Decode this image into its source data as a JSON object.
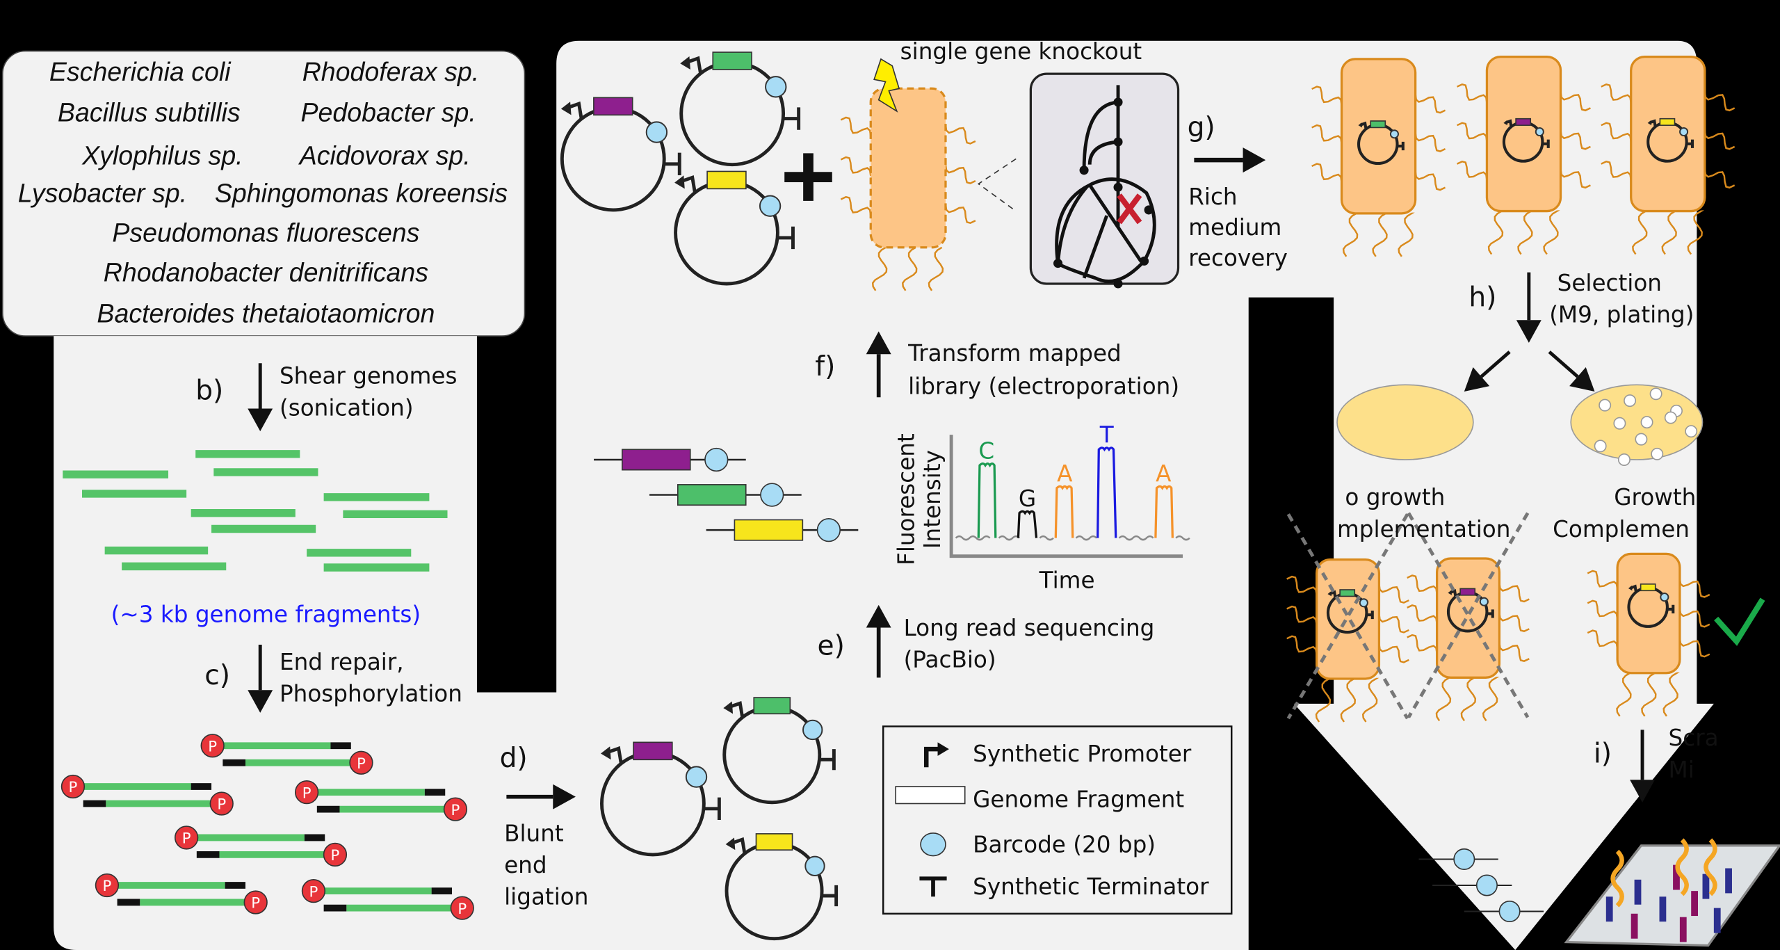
{
  "colors": {
    "background": "#000000",
    "panel": "#f2f2f2",
    "fragment_green": "#55c468",
    "purple": "#8e1f8e",
    "green": "#4dbf6a",
    "yellow": "#f7e51c",
    "barcode": "#a8dcf5",
    "cell": "#fdc586",
    "cell_stroke": "#d98a1c",
    "phospho_red": "#e8353a",
    "blue_text": "#1a1aff",
    "check_green": "#1aaa4a"
  },
  "species": [
    "Escherichia coli",
    "Rhodoferax sp.",
    "Bacillus subtillis",
    "Pedobacter sp.",
    "Xylophilus sp.",
    "Acidovorax sp.",
    "Lysobacter sp.",
    "Sphingomonas koreensis",
    "Pseudomonas fluorescens",
    "Rhodanobacter denitrificans",
    "Bacteroides thetaiotaomicron"
  ],
  "steps": {
    "b": {
      "label": "b)",
      "line1": "Shear genomes",
      "line2": "(sonication)"
    },
    "fragments_caption": "(~3 kb genome fragments)",
    "c": {
      "label": "c)",
      "line1": "End repair,",
      "line2": "Phosphorylation"
    },
    "phospho_symbol": "P",
    "d": {
      "label": "d)",
      "line1": "Blunt",
      "line2": "end",
      "line3": "ligation"
    },
    "e": {
      "label": "e)",
      "line1": "Long read sequencing",
      "line2": "(PacBio)"
    },
    "f": {
      "label": "f)",
      "line1": "Transform mapped",
      "line2": "library (electroporation)"
    },
    "knockout": "single gene knockout",
    "g": {
      "label": "g)",
      "line1": "Rich",
      "line2": "medium",
      "line3": "recovery"
    },
    "h": {
      "label": "h)",
      "line1": "Selection",
      "line2": "(M9, plating)"
    },
    "no_growth": {
      "line1": "o growth",
      "line2": "mplementation"
    },
    "growth": {
      "line1": "Growth",
      "line2": "Complemen"
    },
    "i": {
      "label": "i)",
      "line1": "Scra",
      "line2": "Mi"
    }
  },
  "chromatogram": {
    "ylabel1": "Fluorescent",
    "ylabel2": "Intensity",
    "xlabel": "Time",
    "peaks": [
      {
        "base": "C",
        "color": "#1a9a50"
      },
      {
        "base": "G",
        "color": "#111111"
      },
      {
        "base": "A",
        "color": "#f5922a"
      },
      {
        "base": "T",
        "color": "#1a1ae0"
      },
      {
        "base": "A",
        "color": "#f5922a"
      }
    ]
  },
  "legend": {
    "promoter": "Synthetic Promoter",
    "fragment": "Genome Fragment",
    "barcode": "Barcode (20 bp)",
    "terminator": "Synthetic Terminator"
  }
}
